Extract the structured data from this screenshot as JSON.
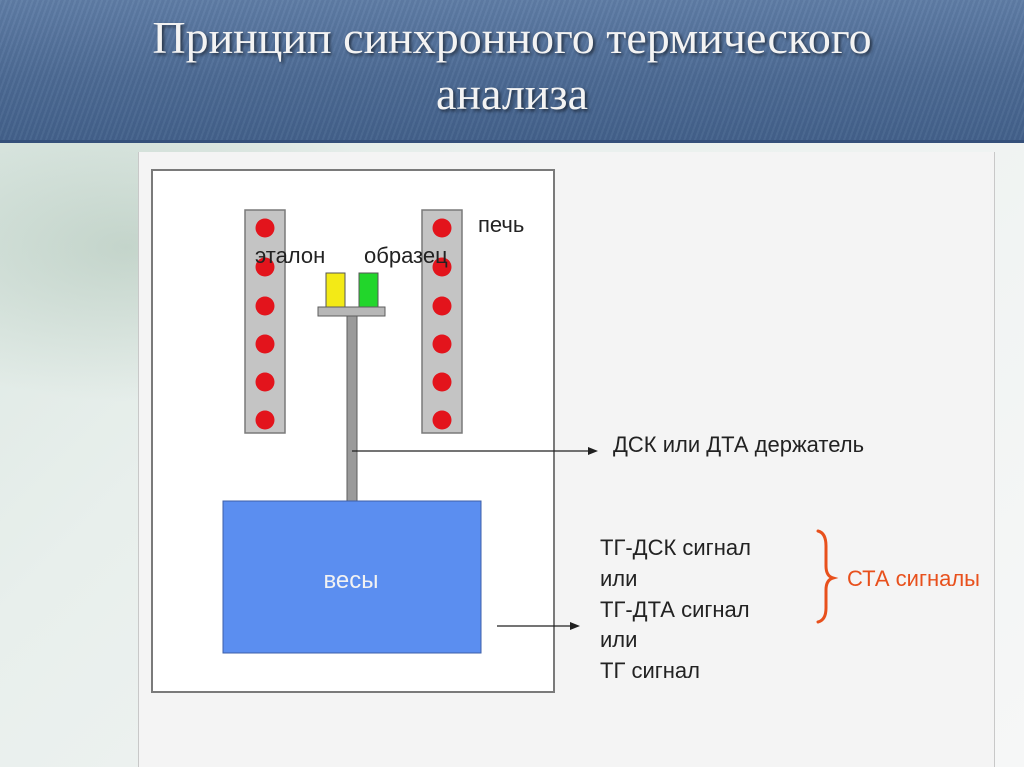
{
  "title": "Принцип синхронного термического анализа",
  "diagram": {
    "furnace_label": "печь",
    "reference_label": "эталон",
    "sample_label": "образец",
    "balance_label": "весы",
    "holder_label": "ДСК или ДТА держатель",
    "signals": {
      "line1": "ТГ-ДСК сигнал",
      "line2": "или",
      "line3": "ТГ-ДТА сигнал",
      "line4": "или",
      "line5": "ТГ сигнал"
    },
    "sta_label": "СТА сигналы"
  },
  "colors": {
    "heater_dot": "#e3141c",
    "reference_crucible": "#f3ea16",
    "sample_crucible": "#22d62b",
    "balance": "#5b8ef0",
    "sta_accent": "#e8501c"
  }
}
